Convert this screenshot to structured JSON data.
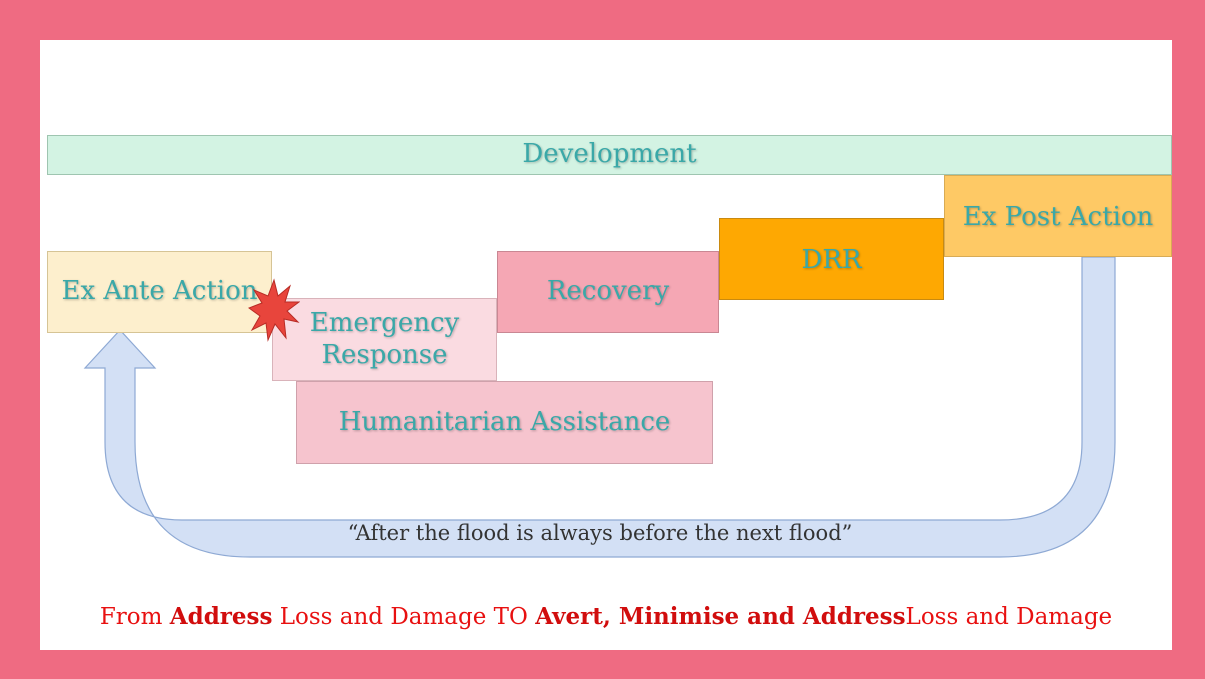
{
  "diagram": {
    "development": "Development",
    "ex_post": "Ex Post Action",
    "drr": "DRR",
    "recovery": "Recovery",
    "ex_ante": "Ex Ante Action",
    "emergency_line1": "Emergency",
    "emergency_line2": "Response",
    "humanitarian": "Humanitarian Assistance",
    "quote": "“After the flood is always before the next flood”"
  },
  "caption": {
    "part1": "From ",
    "part2": "Address",
    "part3": " Loss and Damage TO ",
    "part4": "Avert, Minimise and Address",
    "part5": "Loss and Damage"
  },
  "colors": {
    "frame": "#ef6b82",
    "box_text": "#3aa8a8",
    "arrow_fill": "#d3e0f5",
    "caption_red": "#e81010",
    "burst": "#e8453c"
  }
}
